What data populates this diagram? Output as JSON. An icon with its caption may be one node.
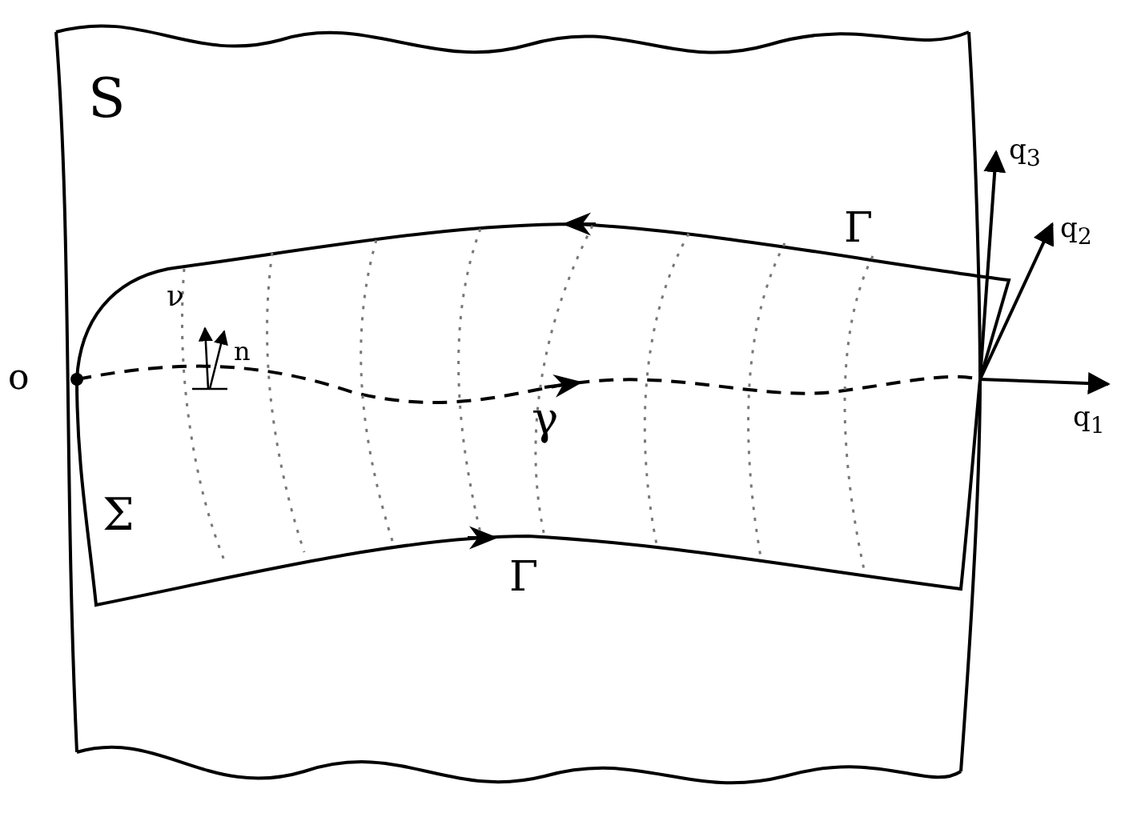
{
  "diagram": {
    "labels": [
      "S",
      "Γ",
      "q$_{3}$",
      "q$_{2}$",
      "ν",
      "n",
      "o",
      "γ",
      "q$_{1}$",
      "Σ",
      "Γ"
    ]
  }
}
